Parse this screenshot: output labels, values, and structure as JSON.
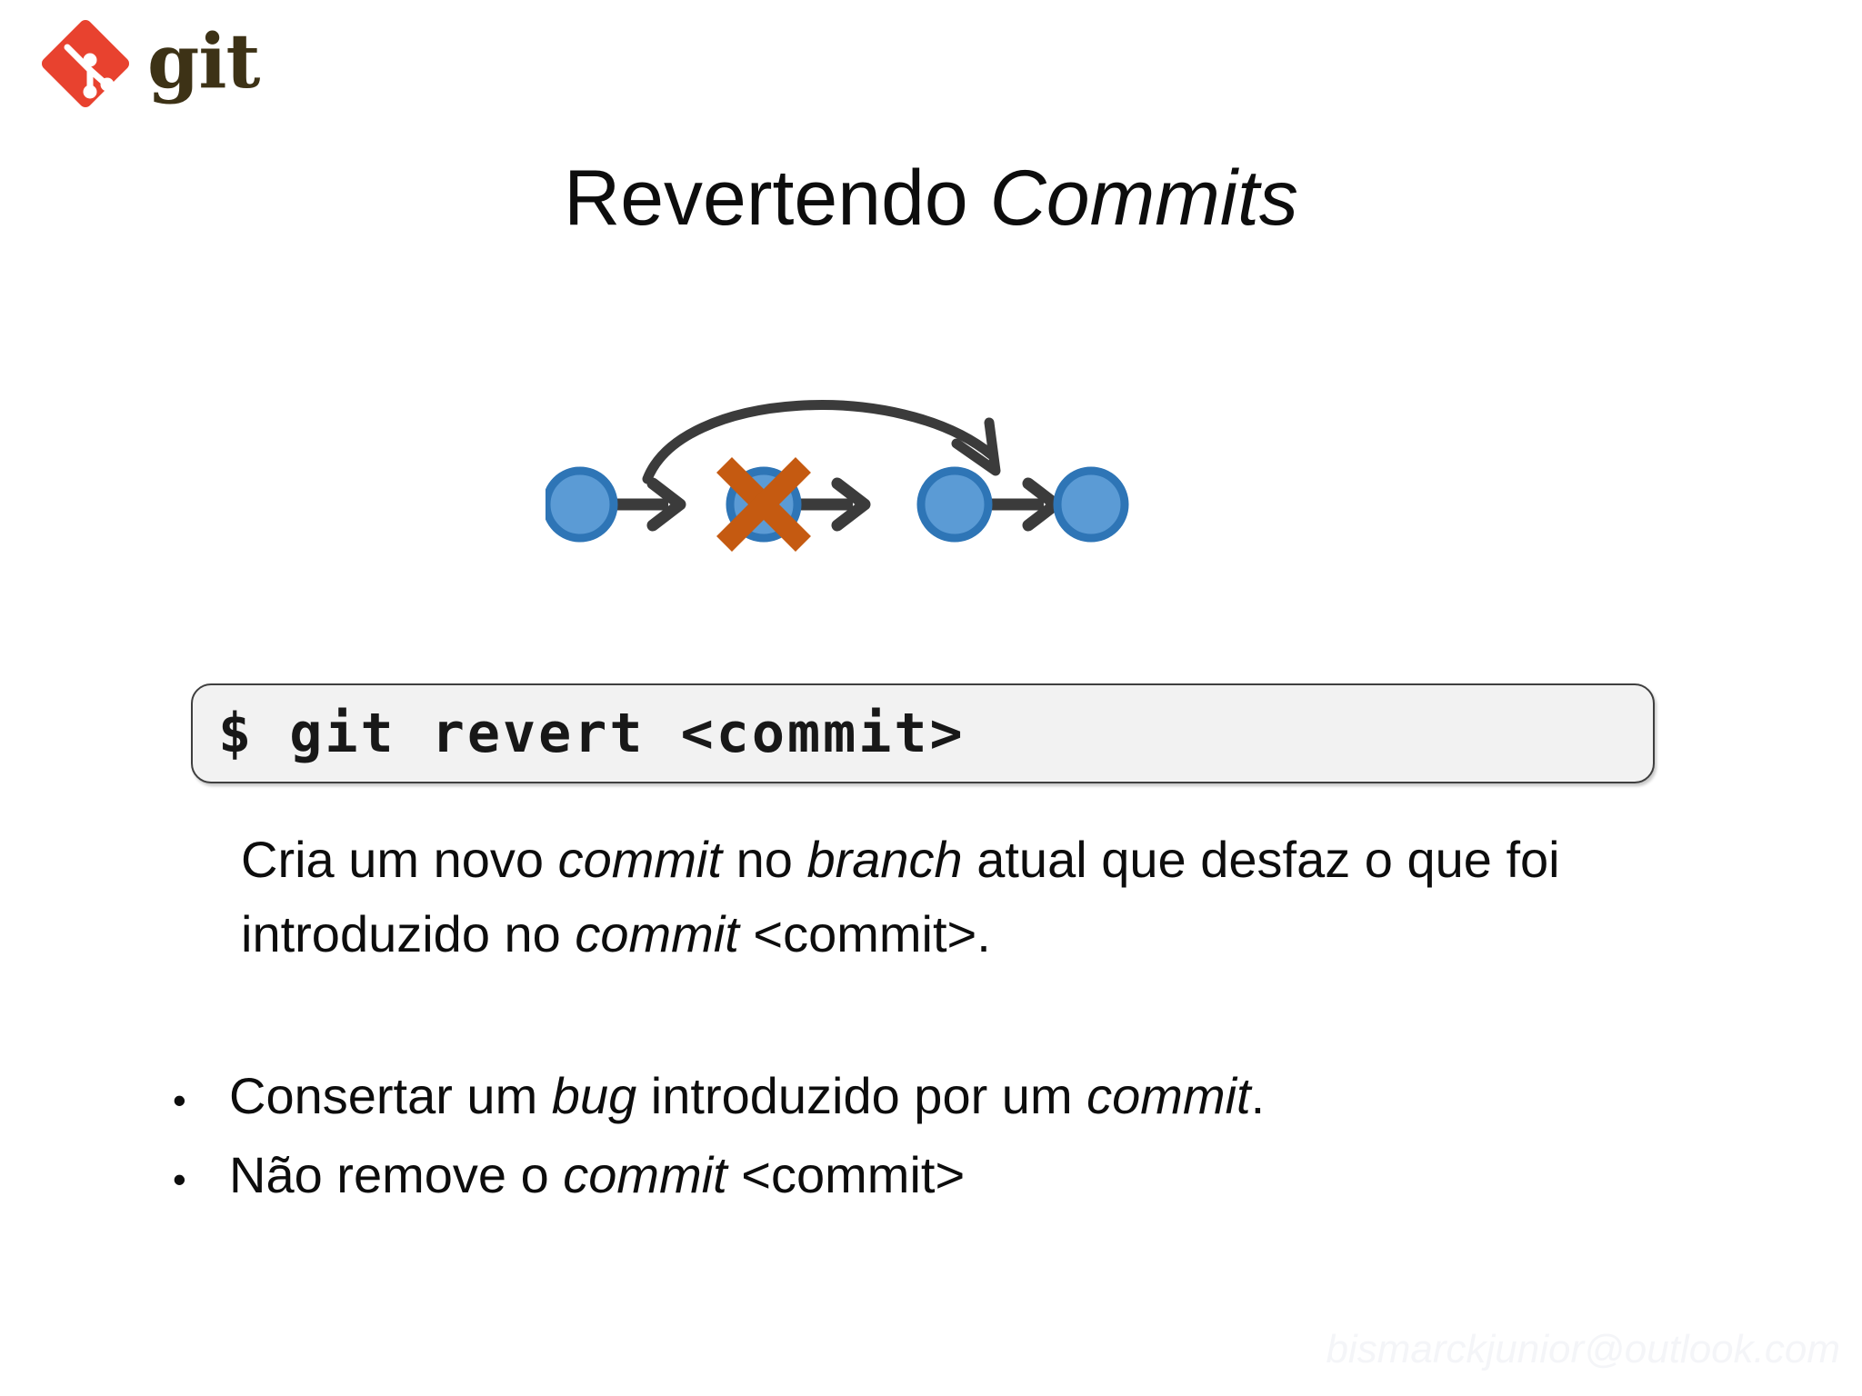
{
  "logo": {
    "text": "git",
    "diamond_color": "#e8422f",
    "mark_color": "#ffffff",
    "text_color": "#3d3216"
  },
  "title": {
    "plain": "Revertendo ",
    "italic": "Commits"
  },
  "diagram": {
    "node_fill": "#5b9bd5",
    "node_stroke": "#2e75b6",
    "arrow_color": "#3b3b3b",
    "cross_color": "#c55a11",
    "nodes": [
      {
        "id": "commit-1",
        "state": "normal"
      },
      {
        "id": "commit-2",
        "state": "reverted"
      },
      {
        "id": "commit-3",
        "state": "normal"
      },
      {
        "id": "commit-4",
        "state": "normal"
      }
    ],
    "straight_arrows": 3,
    "curved_arrow": {
      "from": "commit-2",
      "to": "commit-4"
    }
  },
  "code": {
    "command": "$ git revert <commit>",
    "background": "#f2f2f2",
    "border": "#3f3f3f"
  },
  "paragraph": {
    "part1": "Cria um novo ",
    "em1": "commit",
    "part2": " no ",
    "em2": "branch",
    "part3": " atual que desfaz o que foi introduzido no ",
    "em3": "commit",
    "part4": " <commit>."
  },
  "bullets": {
    "marker": "•",
    "items": [
      {
        "part1": "Consertar um ",
        "em1": "bug",
        "part2": " introduzido por um ",
        "em2": "commit",
        "part3": "."
      },
      {
        "part1": "Não remove o ",
        "em1": "commit",
        "part2": " <commit>",
        "em2": "",
        "part3": ""
      }
    ]
  },
  "watermark": {
    "text": "bismarckjunior@outlook.com",
    "color": "#f4f5f8"
  }
}
